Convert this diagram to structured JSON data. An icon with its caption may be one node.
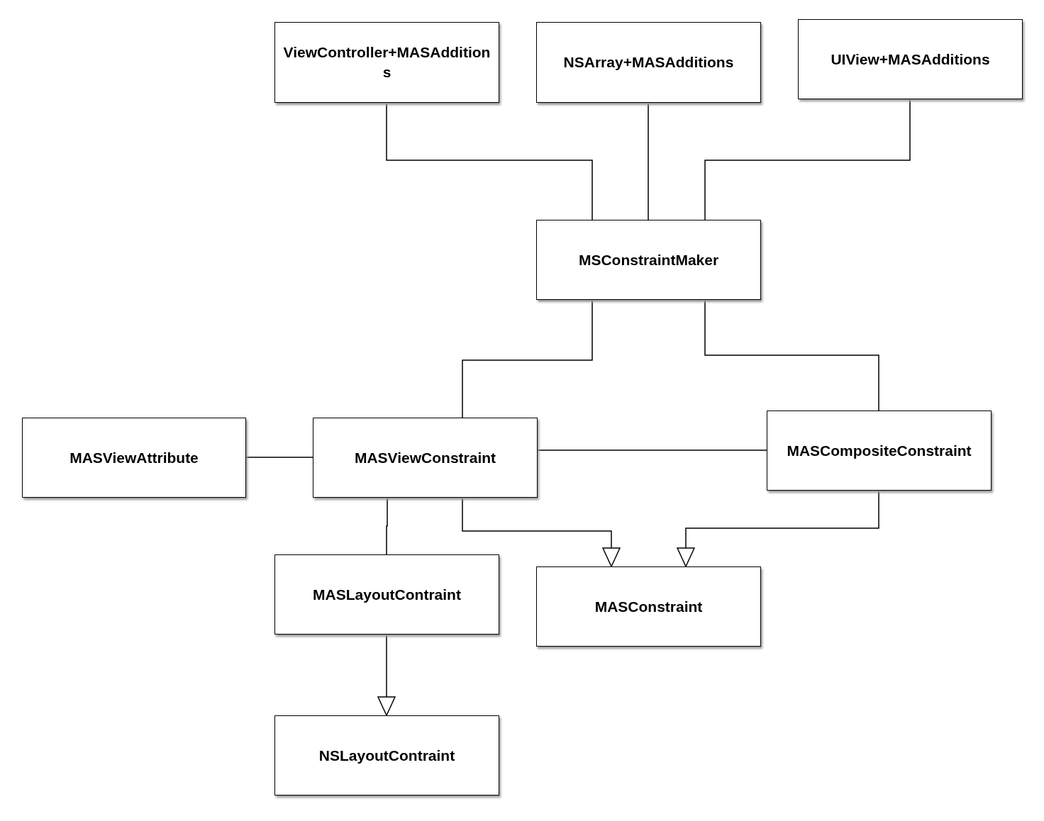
{
  "diagram": {
    "nodes": [
      {
        "text": [
          "ViewController+MASAdditions"
        ]
      },
      {
        "text": [
          "NSArray+MASAdditions"
        ]
      },
      {
        "text": [
          "UIView+MASAdditions"
        ]
      },
      {
        "text": [
          "MSConstraintMaker"
        ]
      },
      {
        "text": [
          "MASViewAttribute"
        ]
      },
      {
        "text": [
          "MASViewConstraint"
        ]
      },
      {
        "text": [
          "MASCompositeConstraint"
        ]
      },
      {
        "text": [
          "MASLayoutContraint"
        ]
      },
      {
        "text": [
          "MASConstraint"
        ]
      },
      {
        "text": [
          "NSLayoutContraint"
        ]
      }
    ],
    "edges": [
      {
        "from": 0,
        "to": 3,
        "arrow": "none"
      },
      {
        "from": 1,
        "to": 3,
        "arrow": "none"
      },
      {
        "from": 2,
        "to": 3,
        "arrow": "none"
      },
      {
        "from": 3,
        "to": 5,
        "arrow": "none"
      },
      {
        "from": 3,
        "to": 6,
        "arrow": "none"
      },
      {
        "from": 4,
        "to": 5,
        "arrow": "none"
      },
      {
        "from": 5,
        "to": 6,
        "arrow": "none"
      },
      {
        "from": 5,
        "to": 7,
        "arrow": "none"
      },
      {
        "from": 5,
        "to": 8,
        "arrow": "to"
      },
      {
        "from": 6,
        "to": 8,
        "arrow": "to"
      },
      {
        "from": 7,
        "to": 9,
        "arrow": "to"
      }
    ]
  }
}
